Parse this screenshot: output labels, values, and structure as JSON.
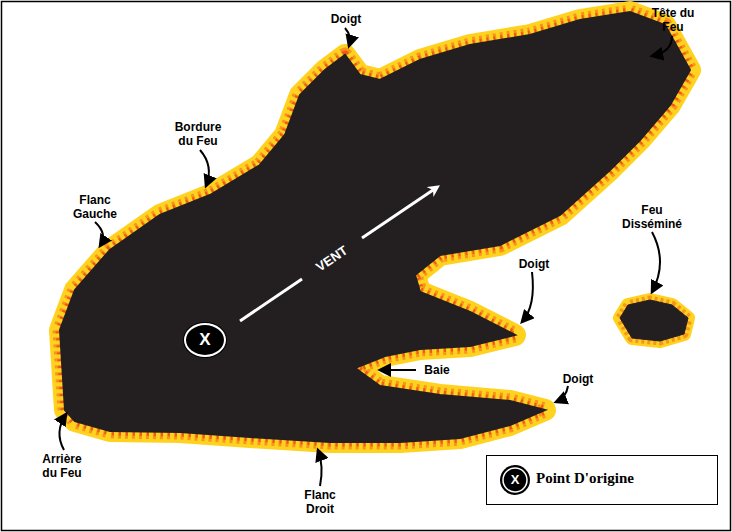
{
  "diagram": {
    "nodes": [
      {
        "text": [
          "X"
        ]
      }
    ],
    "labels": [
      "Doigt",
      "Tête du Feu",
      "Bordure du Feu",
      "Flanc Gauche",
      "Feu Disséminé",
      "Doigt",
      "Baie",
      "Doigt",
      "Arrière du Feu",
      "Flanc Droit",
      "VENT",
      "X"
    ],
    "legend": [
      {
        "text": "Point D'origine"
      }
    ]
  }
}
